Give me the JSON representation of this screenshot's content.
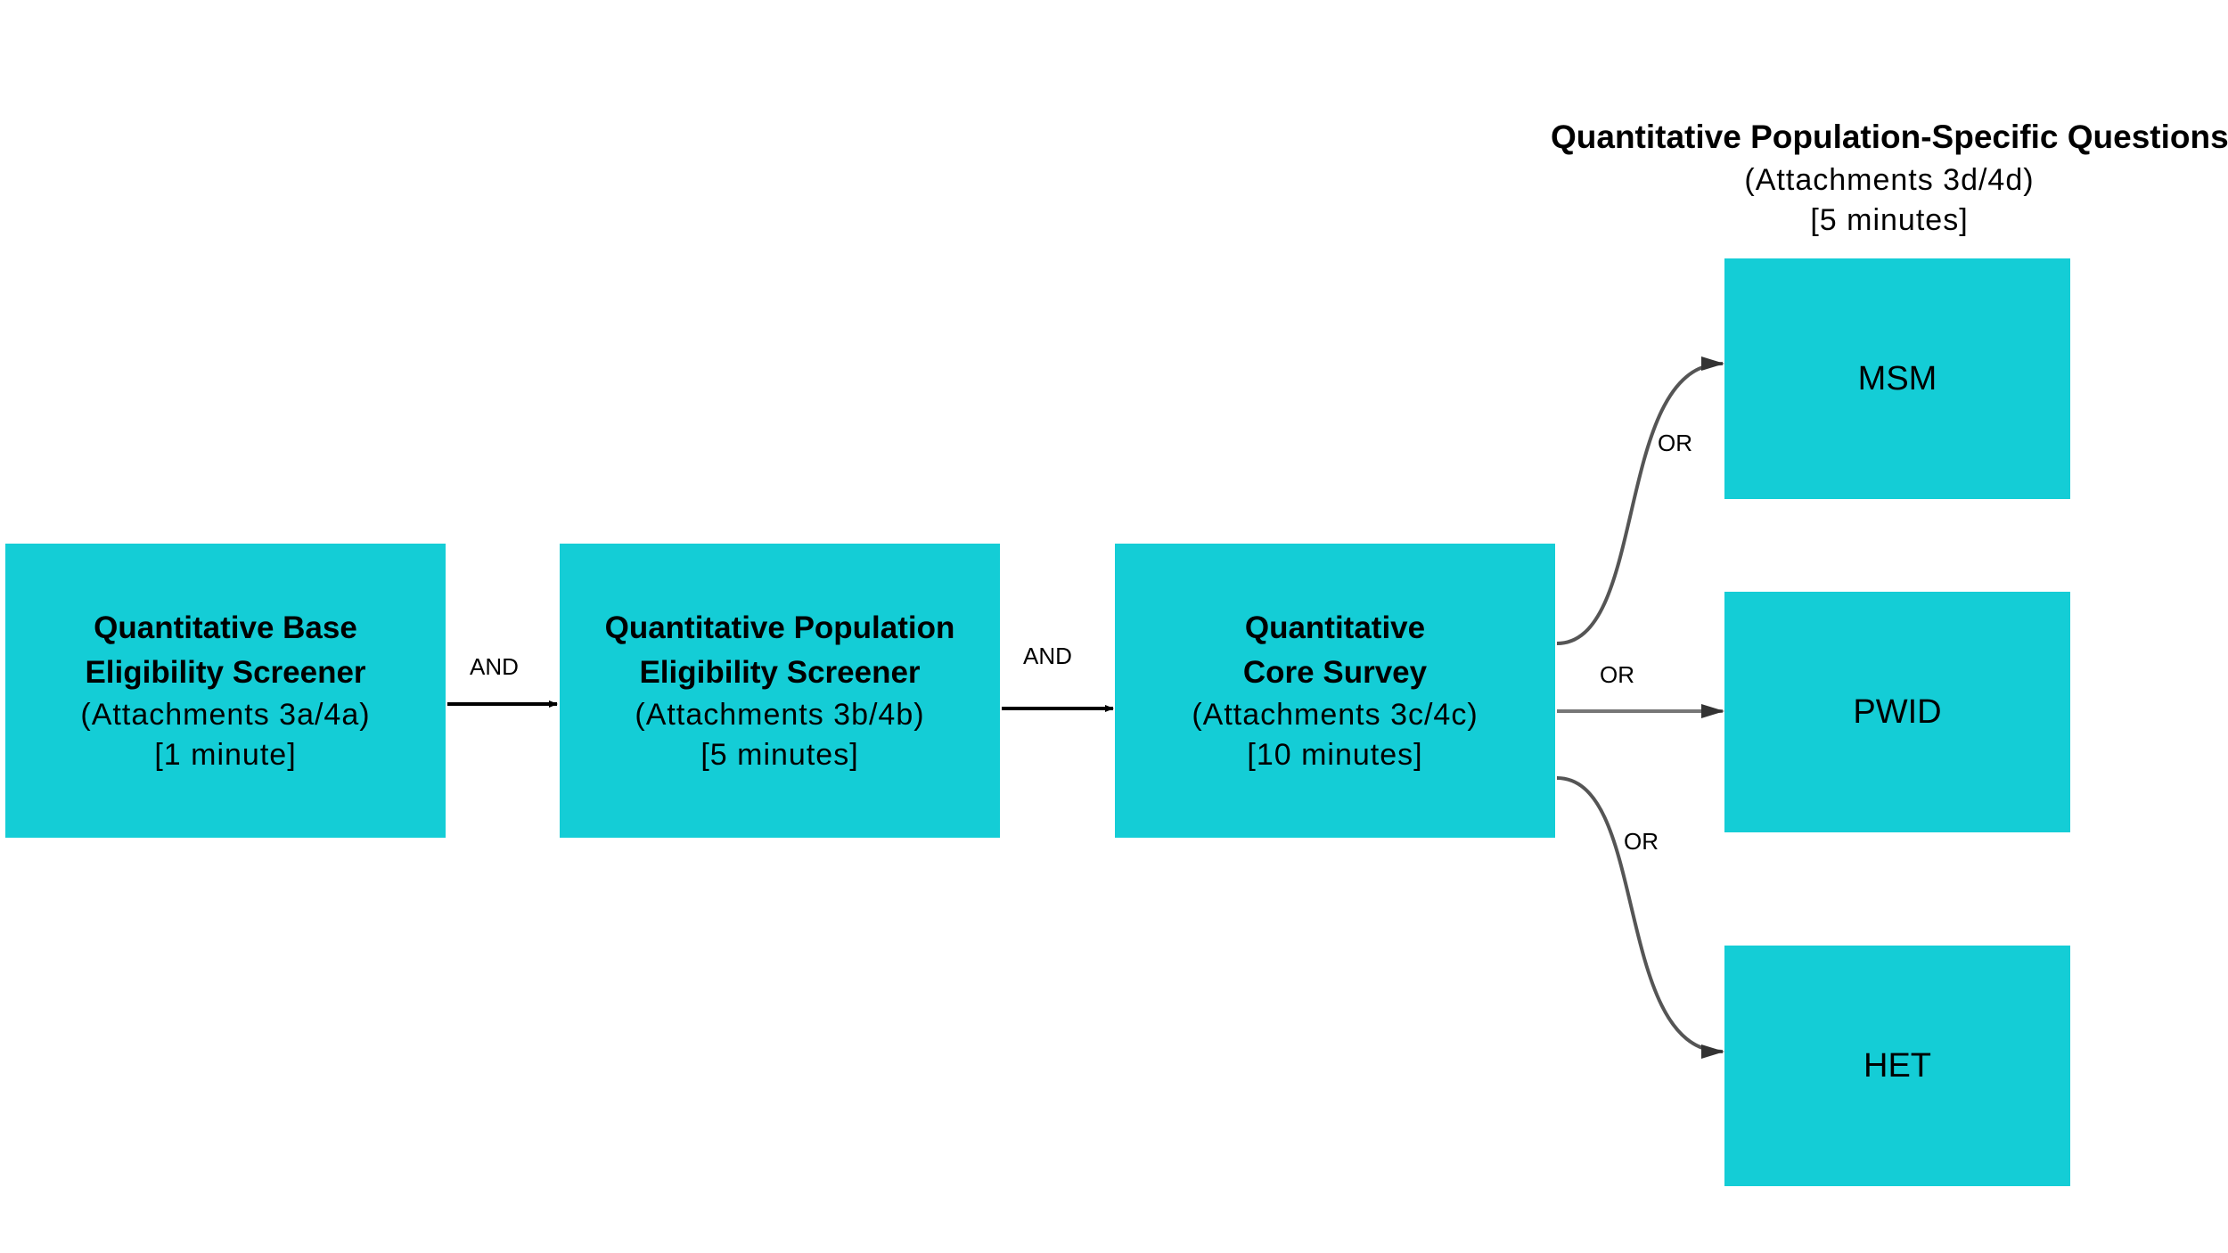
{
  "header": {
    "title": "Quantitative Population-Specific Questions",
    "attachments": "(Attachments 3d/4d)",
    "duration": "[5 minutes]"
  },
  "boxes": {
    "base": {
      "line1": "Quantitative Base",
      "line2": "Eligibility Screener",
      "attachments": "(Attachments 3a/4a)",
      "duration": "[1 minute]"
    },
    "population": {
      "line1": "Quantitative Population",
      "line2": "Eligibility Screener",
      "attachments": "(Attachments 3b/4b)",
      "duration": "[5 minutes]"
    },
    "core": {
      "line1": "Quantitative",
      "line2": "Core Survey",
      "attachments": "(Attachments 3c/4c)",
      "duration": "[10 minutes]"
    },
    "msm": {
      "label": "MSM"
    },
    "pwid": {
      "label": "PWID"
    },
    "het": {
      "label": "HET"
    }
  },
  "connectors": {
    "and_1": "AND",
    "and_2": "AND",
    "or_msm": "OR",
    "or_pwid": "OR",
    "or_het": "OR"
  },
  "colors": {
    "box_fill": "#14cdd6",
    "arrow": "#000000",
    "curve": "#555555"
  }
}
